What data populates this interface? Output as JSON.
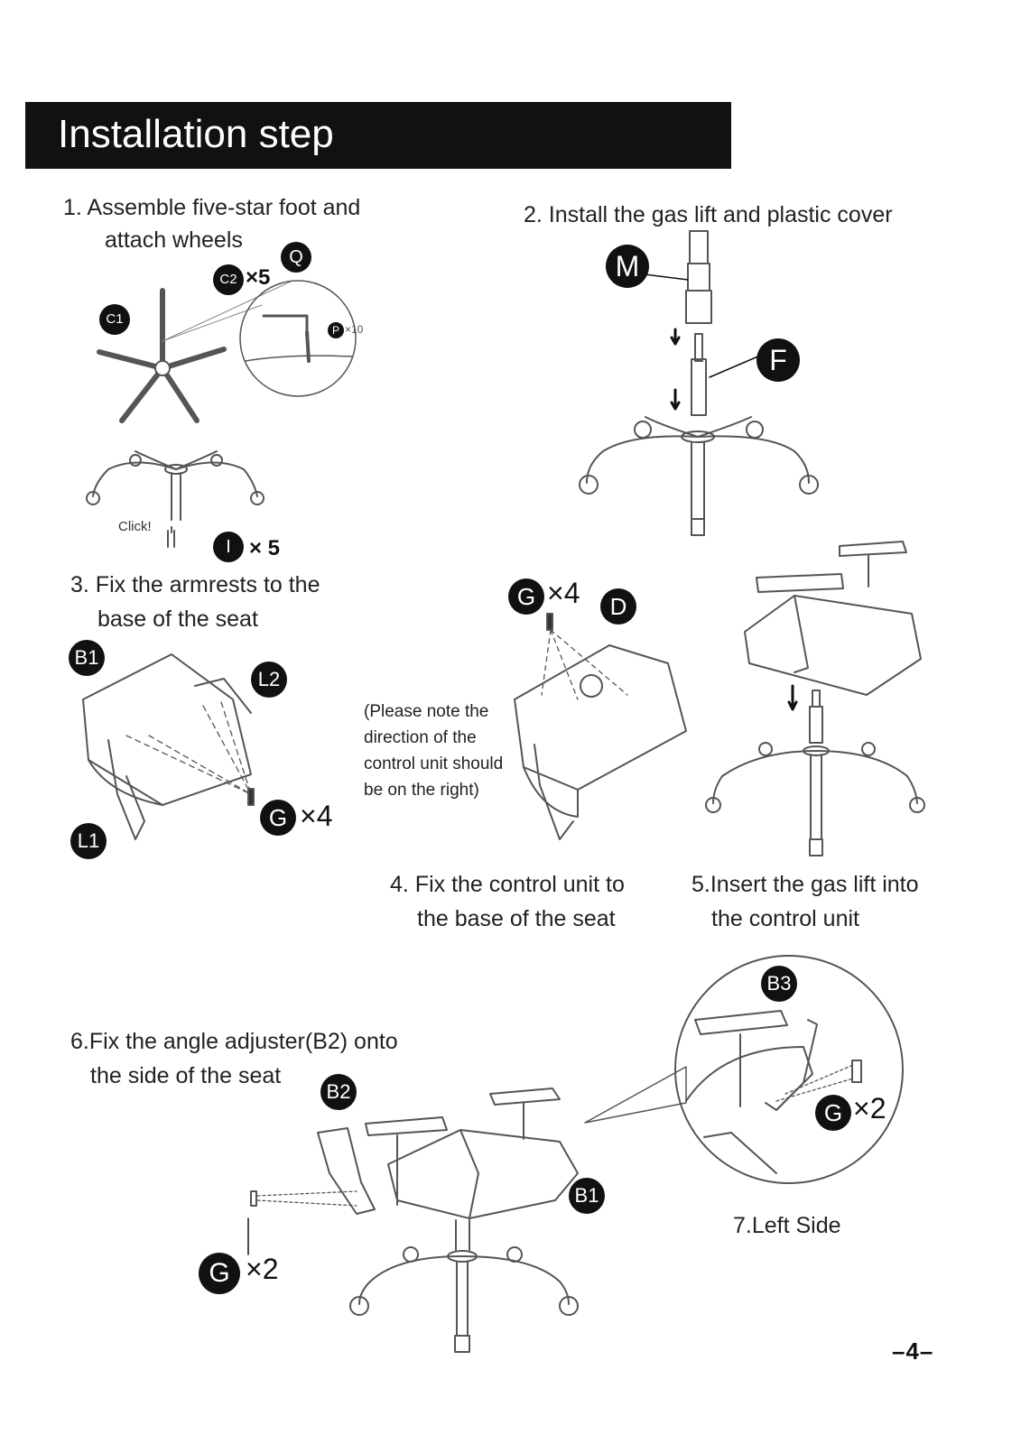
{
  "header": {
    "title": "Installation step"
  },
  "steps": {
    "s1_line1": "1.  Assemble five-star foot  and",
    "s1_line2": "attach wheels",
    "s2": "2. Install the gas lift and plastic cover",
    "s3_line1": "3. Fix the armrests to the",
    "s3_line2": "base of the seat",
    "s4_line1": "4. Fix the control unit to",
    "s4_line2": "the base of the seat",
    "s5_line1": "5.Insert the gas lift into",
    "s5_line2": "the control unit",
    "s6_line1": "6.Fix the angle adjuster(B2) onto",
    "s6_line2": "the side of the seat",
    "s7": "7.Left Side"
  },
  "note": {
    "line1": "(Please note the",
    "line2": "direction of the",
    "line3": "control unit should",
    "line4": "be on the right)"
  },
  "parts": {
    "Q": "Q",
    "C2": "C2",
    "C1": "C1",
    "P": "P",
    "M": "M",
    "F": "F",
    "I": "I",
    "B1": "B1",
    "L2": "L2",
    "L1": "L1",
    "G": "G",
    "D": "D",
    "B2": "B2",
    "B3": "B3"
  },
  "quantities": {
    "c2": "×5",
    "p": "×10",
    "i": "× 5",
    "g_armrest": "×4",
    "g_control": "×4",
    "g_side": "×2",
    "g_detail": "×2"
  },
  "misc": {
    "click": "Click!"
  },
  "footer": {
    "page_number": "–4–"
  }
}
